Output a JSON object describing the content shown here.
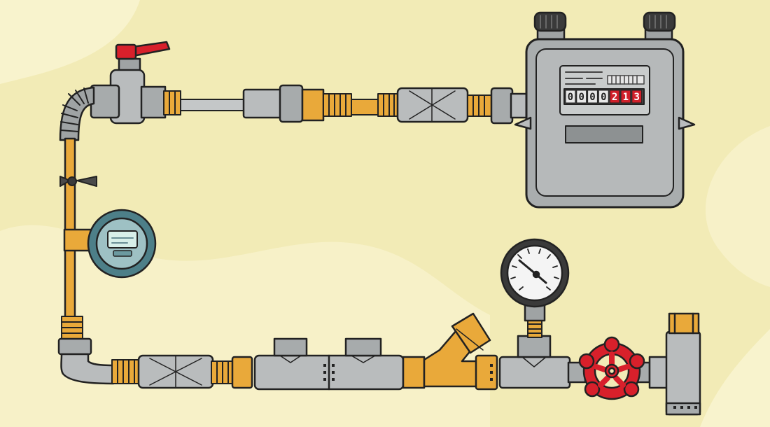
{
  "meter": {
    "digits": [
      "0",
      "0",
      "0",
      "0",
      "2",
      "1",
      "3"
    ],
    "digit_color": "#222222",
    "highlight_color": "#d0202a"
  },
  "colors": {
    "background": "#f4eebb",
    "background_wave": "#f8f4cf",
    "brass": "#e9a93a",
    "steel": "#b9bcbd",
    "valve_red": "#d8202b",
    "sensor_teal": "#4d7f88"
  }
}
